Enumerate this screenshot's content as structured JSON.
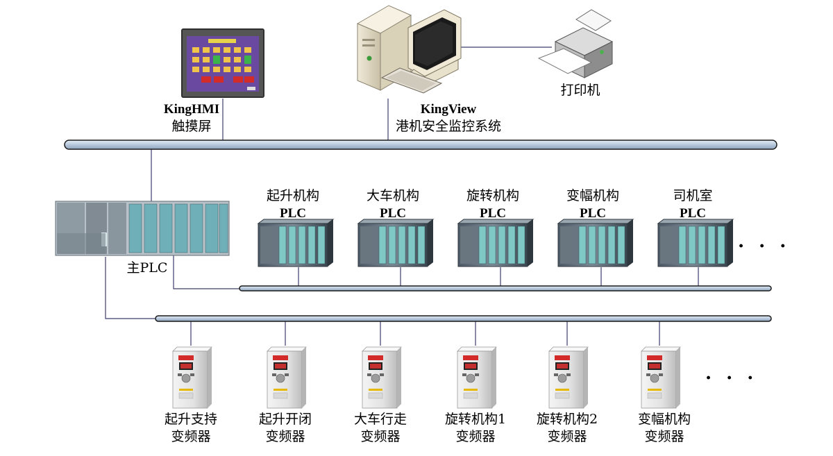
{
  "hmi": {
    "name": "KingHMI",
    "desc": "触摸屏"
  },
  "pc": {
    "name": "KingView",
    "desc": "港机安全监控系统"
  },
  "printer": {
    "label": "打印机"
  },
  "main_plc": {
    "label": "主PLC"
  },
  "plcs": [
    {
      "name": "起升机构",
      "type": "PLC"
    },
    {
      "name": "大车机构",
      "type": "PLC"
    },
    {
      "name": "旋转机构",
      "type": "PLC"
    },
    {
      "name": "变幅机构",
      "type": "PLC"
    },
    {
      "name": "司机室",
      "type": "PLC"
    }
  ],
  "plc_more": "· · ·",
  "vfds": [
    {
      "line1": "起升支持",
      "line2": "变频器"
    },
    {
      "line1": "起升开闭",
      "line2": "变频器"
    },
    {
      "line1": "大车行走",
      "line2": "变频器"
    },
    {
      "line1": "旋转机构1",
      "line2": "变频器"
    },
    {
      "line1": "旋转机构2",
      "line2": "变频器"
    },
    {
      "line1": "变幅机构",
      "line2": "变频器"
    }
  ],
  "vfd_more": "· · ·",
  "colors": {
    "bus_fill": "#c9d6e6",
    "bus_stroke": "#1a1a1a",
    "link": "#3c3c6e",
    "hmi_screen": "#6a4aa0"
  }
}
